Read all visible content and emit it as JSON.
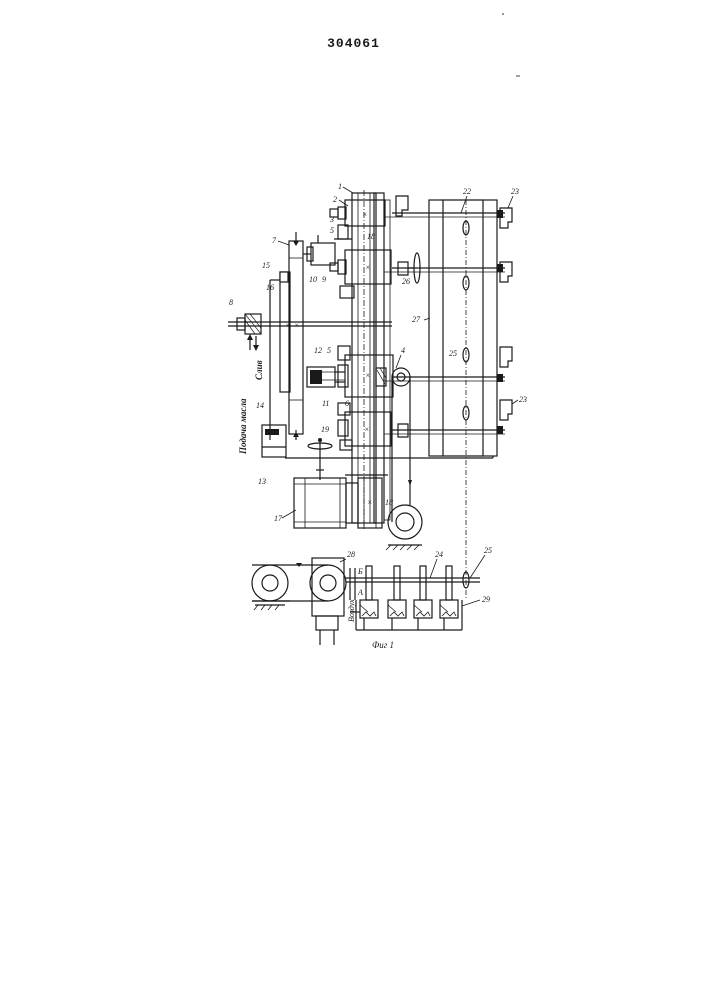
{
  "document": {
    "number": "304061",
    "figure_caption": "Фиг 1"
  },
  "labels": {
    "l1": "1",
    "l2": "2",
    "l3": "3",
    "l4": "4",
    "l5a": "5",
    "l5b": "5",
    "l6": "6",
    "l7": "7",
    "l8": "8",
    "l9": "9",
    "l10": "10",
    "l11": "11",
    "l12": "12",
    "l13": "13",
    "l14": "14",
    "l15": "15",
    "l16": "16",
    "l17": "17",
    "l18a": "18",
    "l18b": "18",
    "l19": "19",
    "l22": "22",
    "l23a": "23",
    "l23b": "23",
    "l24": "24",
    "l25a": "25",
    "l25b": "25",
    "l26": "26",
    "l27": "27",
    "l28": "28",
    "l29": "29",
    "lA": "A",
    "lB": "Б"
  },
  "annotations": {
    "oil_supply": "Подача масла",
    "drain": "Слив",
    "air": "Воздух"
  }
}
